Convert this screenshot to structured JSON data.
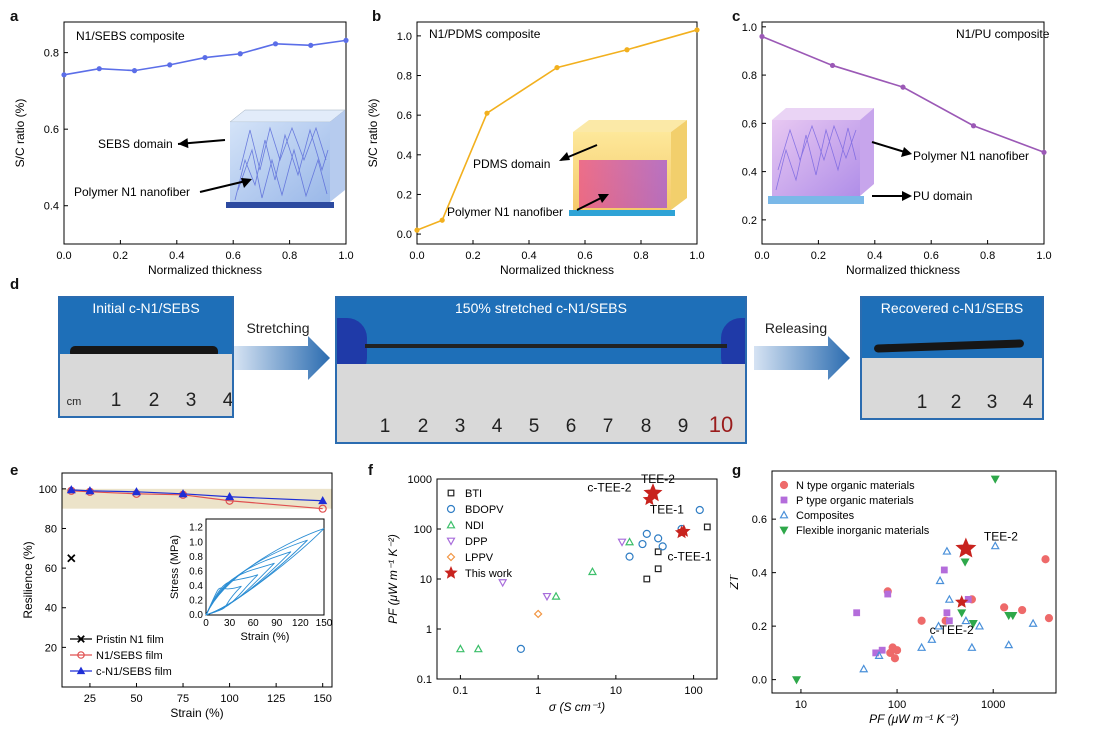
{
  "panels": {
    "a": {
      "label": "a",
      "title": "N1/SEBS composite",
      "xlabel": "Normalized thickness",
      "ylabel": "S/C ratio (%)",
      "xticks": [
        "0.0",
        "0.2",
        "0.4",
        "0.6",
        "0.8",
        "1.0"
      ],
      "yticks": [
        "0.4",
        "0.6",
        "0.8"
      ],
      "annotations": [
        "SEBS domain",
        "Polymer N1 nanofiber"
      ]
    },
    "b": {
      "label": "b",
      "title": "N1/PDMS composite",
      "xlabel": "Normalized thickness",
      "ylabel": "S/C ratio (%)",
      "xticks": [
        "0.0",
        "0.2",
        "0.4",
        "0.6",
        "0.8",
        "1.0"
      ],
      "yticks": [
        "0.0",
        "0.2",
        "0.4",
        "0.6",
        "0.8",
        "1.0"
      ],
      "annotations": [
        "PDMS domain",
        "Polymer N1 nanofiber"
      ]
    },
    "c": {
      "label": "c",
      "title": "N1/PU composite",
      "xlabel": "Normalized thickness",
      "ylabel": "S/C ratio (%)",
      "xticks": [
        "0.0",
        "0.2",
        "0.4",
        "0.6",
        "0.8",
        "1.0"
      ],
      "yticks": [
        "0.2",
        "0.4",
        "0.6",
        "0.8",
        "1.0"
      ],
      "annotations": [
        "Polymer N1 nanofiber",
        "PU domain"
      ]
    },
    "d": {
      "label": "d",
      "captions": [
        "Initial c-N1/SEBS",
        "150% stretched c-N1/SEBS",
        "Recovered c-N1/SEBS"
      ],
      "arrows": [
        "Stretching",
        "Releasing"
      ],
      "ruler_short": [
        "1",
        "2",
        "3",
        "4"
      ],
      "ruler_long": [
        "1",
        "2",
        "3",
        "4",
        "5",
        "6",
        "7",
        "8",
        "9",
        "10"
      ],
      "ruler_unit": "cm"
    },
    "e": {
      "label": "e",
      "xlabel": "Strain (%)",
      "ylabel": "Resilience (%)",
      "xticks": [
        "25",
        "50",
        "75",
        "100",
        "125",
        "150"
      ],
      "yticks": [
        "20",
        "40",
        "60",
        "80",
        "100"
      ],
      "legend": [
        "Pristin N1 film",
        "N1/SEBS film",
        "c-N1/SEBS film"
      ],
      "inset": {
        "xlabel": "Strain (%)",
        "ylabel": "Stress (MPa)",
        "xticks": [
          "0",
          "30",
          "60",
          "90",
          "120",
          "150"
        ],
        "yticks": [
          "0.0",
          "0.2",
          "0.4",
          "0.6",
          "0.8",
          "1.0",
          "1.2"
        ]
      }
    },
    "f": {
      "label": "f",
      "xlabel": "σ (S cm⁻¹)",
      "ylabel": "PF (μW m⁻¹ K⁻²)",
      "xticks": [
        "0.1",
        "1",
        "10",
        "100"
      ],
      "yticks": [
        "0.1",
        "1",
        "10",
        "100",
        "1000"
      ],
      "legend": [
        "BTI",
        "BDOPV",
        "NDI",
        "DPP",
        "LPPV",
        "This work"
      ],
      "annotations": [
        "TEE-2",
        "c-TEE-2",
        "TEE-1",
        "c-TEE-1"
      ]
    },
    "g": {
      "label": "g",
      "xlabel": "PF (μW m⁻¹ K⁻²)",
      "ylabel": "ZT",
      "xticks": [
        "10",
        "100",
        "1000"
      ],
      "yticks": [
        "0.0",
        "0.2",
        "0.4",
        "0.6"
      ],
      "legend": [
        "N type organic materials",
        "P type organic materials",
        "Composites",
        "Flexible inorganic materials"
      ],
      "annotations": [
        "TEE-2",
        "c-TEE-2"
      ]
    }
  },
  "chart_data": [
    {
      "id": "a",
      "type": "line",
      "x": [
        0,
        0.125,
        0.25,
        0.375,
        0.5,
        0.625,
        0.75,
        0.875,
        1.0
      ],
      "series": [
        {
          "values": [
            0.742,
            0.758,
            0.753,
            0.768,
            0.787,
            0.797,
            0.823,
            0.819,
            0.832
          ]
        }
      ],
      "xlim": [
        0,
        1
      ],
      "ylim": [
        0.3,
        0.88
      ],
      "color": "#5b6ee8"
    },
    {
      "id": "b",
      "type": "line",
      "x": [
        0,
        0.09,
        0.25,
        0.5,
        0.75,
        1.0
      ],
      "series": [
        {
          "values": [
            0.02,
            0.07,
            0.61,
            0.84,
            0.93,
            1.03
          ]
        }
      ],
      "xlim": [
        0,
        1
      ],
      "ylim": [
        -0.05,
        1.07
      ],
      "color": "#f2b01e"
    },
    {
      "id": "c",
      "type": "line",
      "x": [
        0,
        0.25,
        0.5,
        0.75,
        1.0
      ],
      "series": [
        {
          "values": [
            0.96,
            0.84,
            0.75,
            0.59,
            0.48
          ]
        }
      ],
      "xlim": [
        0,
        1
      ],
      "ylim": [
        0.1,
        1.02
      ],
      "color": "#9b59b6"
    },
    {
      "id": "e",
      "type": "line",
      "xlim": [
        10,
        155
      ],
      "ylim": [
        0,
        108
      ],
      "series": [
        {
          "name": "Pristin N1 film",
          "x": [
            15
          ],
          "values": [
            65
          ],
          "color": "#000000"
        },
        {
          "name": "N1/SEBS film",
          "x": [
            15,
            25,
            50,
            75,
            100,
            150
          ],
          "values": [
            99,
            98.5,
            97.5,
            97,
            94,
            90
          ],
          "color": "#e05050"
        },
        {
          "name": "c-N1/SEBS film",
          "x": [
            15,
            25,
            50,
            75,
            100,
            150
          ],
          "values": [
            99.5,
            99,
            98.5,
            97.5,
            96,
            94
          ],
          "color": "#1f2fd6"
        }
      ]
    },
    {
      "id": "f",
      "type": "scatter",
      "xscale": "log",
      "yscale": "log",
      "xlim": [
        0.05,
        200
      ],
      "ylim": [
        0.1,
        1000
      ],
      "series": [
        {
          "name": "BTI",
          "color": "#222222",
          "marker": "square",
          "x": [
            25,
            35,
            35,
            150
          ],
          "values": [
            10,
            16,
            35,
            110
          ]
        },
        {
          "name": "BDOPV",
          "color": "#2f7dc4",
          "marker": "circle",
          "x": [
            0.6,
            15,
            22,
            25,
            35,
            40,
            70,
            120
          ],
          "values": [
            0.4,
            28,
            50,
            80,
            65,
            45,
            100,
            240
          ]
        },
        {
          "name": "NDI",
          "color": "#3cbf6a",
          "marker": "triangle",
          "x": [
            0.1,
            0.17,
            1.7,
            5,
            15
          ],
          "values": [
            0.4,
            0.4,
            4.5,
            14,
            55
          ]
        },
        {
          "name": "DPP",
          "color": "#a86ddb",
          "marker": "tridown",
          "x": [
            0.35,
            1.3,
            12
          ],
          "values": [
            8.5,
            4.5,
            55
          ]
        },
        {
          "name": "LPPV",
          "color": "#f29542",
          "marker": "diamond",
          "x": [
            1
          ],
          "values": [
            2
          ]
        },
        {
          "name": "This work",
          "color": "#c8231e",
          "marker": "star",
          "x": [
            30,
            27,
            75,
            70
          ],
          "values": [
            520,
            390,
            90,
            85
          ]
        }
      ]
    },
    {
      "id": "g",
      "type": "scatter",
      "xscale": "log",
      "xlim": [
        5,
        4500
      ],
      "ylim": [
        -0.05,
        0.78
      ],
      "series": [
        {
          "name": "N type organic materials",
          "color": "#ee6a6a",
          "marker": "circle",
          "x": [
            80,
            85,
            90,
            95,
            100,
            180,
            320,
            600,
            1300,
            2000,
            3500,
            3800
          ],
          "values": [
            0.33,
            0.1,
            0.12,
            0.08,
            0.11,
            0.22,
            0.22,
            0.3,
            0.27,
            0.26,
            0.45,
            0.23
          ]
        },
        {
          "name": "P type organic materials",
          "color": "#b46ddb",
          "marker": "square",
          "x": [
            38,
            60,
            70,
            80,
            310,
            330,
            350,
            550
          ],
          "values": [
            0.25,
            0.1,
            0.11,
            0.32,
            0.41,
            0.25,
            0.22,
            0.3
          ]
        },
        {
          "name": "Composites",
          "color": "#4a90d9",
          "marker": "triangle",
          "x": [
            45,
            65,
            180,
            230,
            270,
            280,
            330,
            350,
            520,
            600,
            720,
            1050,
            1450,
            2600
          ],
          "values": [
            0.04,
            0.09,
            0.12,
            0.15,
            0.2,
            0.37,
            0.48,
            0.3,
            0.22,
            0.12,
            0.2,
            0.5,
            0.13,
            0.21
          ]
        },
        {
          "name": "Flexible inorganic materials",
          "color": "#2ea84a",
          "marker": "tridown",
          "x": [
            9,
            470,
            510,
            620,
            1050,
            1450,
            1600
          ],
          "values": [
            0.0,
            0.25,
            0.44,
            0.21,
            0.75,
            0.24,
            0.24
          ]
        },
        {
          "name": "This work",
          "color": "#c8231e",
          "marker": "star",
          "x": [
            520,
            470
          ],
          "values": [
            0.49,
            0.29
          ]
        }
      ]
    }
  ]
}
